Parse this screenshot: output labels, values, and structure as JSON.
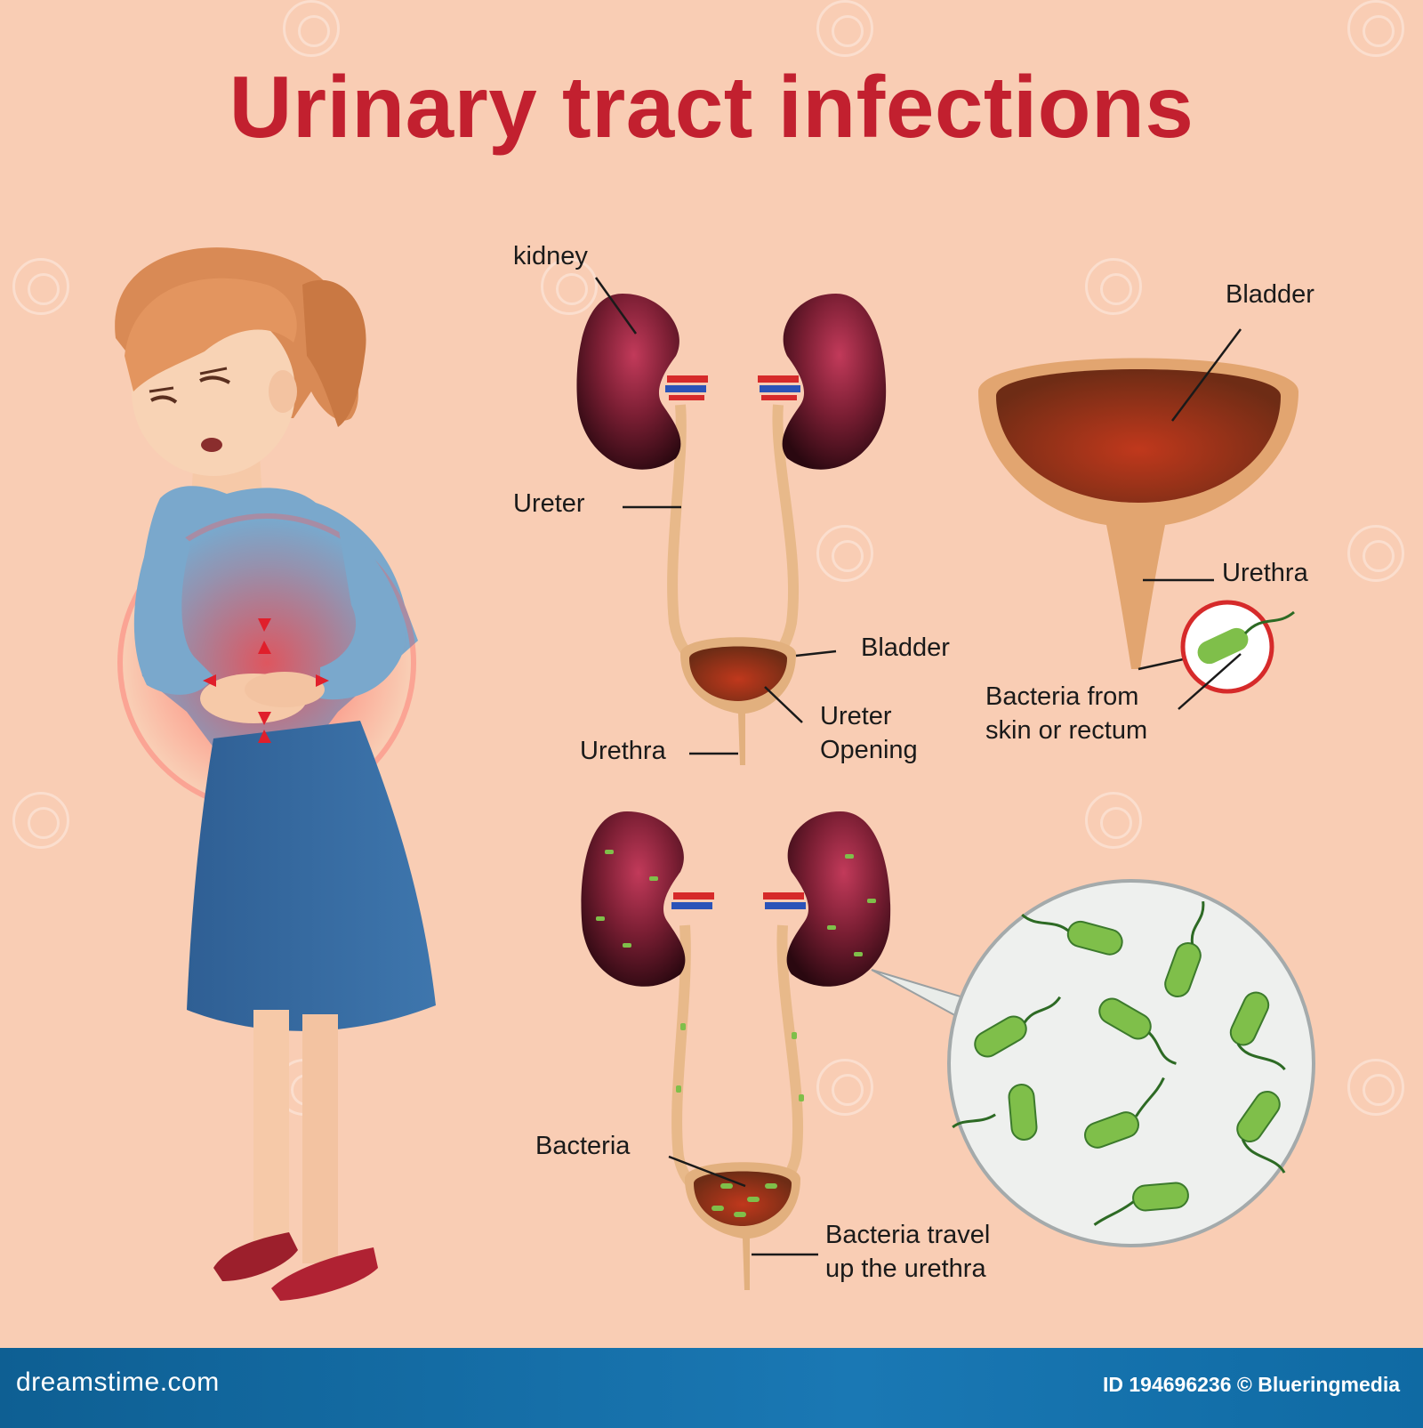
{
  "title": "Urinary tract infections",
  "labels": {
    "kidney": "kidney",
    "ureter": "Ureter",
    "bladder_top": "Bladder",
    "urethra_top": "Urethra",
    "ureter_opening_line1": "Ureter",
    "ureter_opening_line2": "Opening",
    "bladder_right": "Bladder",
    "urethra_right": "Urethra",
    "bacteria_from_line1": "Bacteria from",
    "bacteria_from_line2": "skin or rectum",
    "bacteria": "Bacteria",
    "bacteria_travel_line1": "Bacteria travel",
    "bacteria_travel_line2": "up the urethra"
  },
  "footer": {
    "brand": "dreamstime.com",
    "id_credit": "ID 194696236 © Blueringmedia"
  },
  "colors": {
    "background": "#f9cdb4",
    "title": "#c2202f",
    "footer": "#1a78b4",
    "kidney": "#7a1e33",
    "bacteria": "#7fbf4a",
    "bladder_fill": "#8a3a1c"
  },
  "icons": [
    "woman-in-pain-illustration",
    "kidney-icon",
    "bladder-icon",
    "bacteria-icon",
    "magnifier-circle-icon",
    "no-entry-circle-icon",
    "dreamstime-watermark-icon"
  ]
}
